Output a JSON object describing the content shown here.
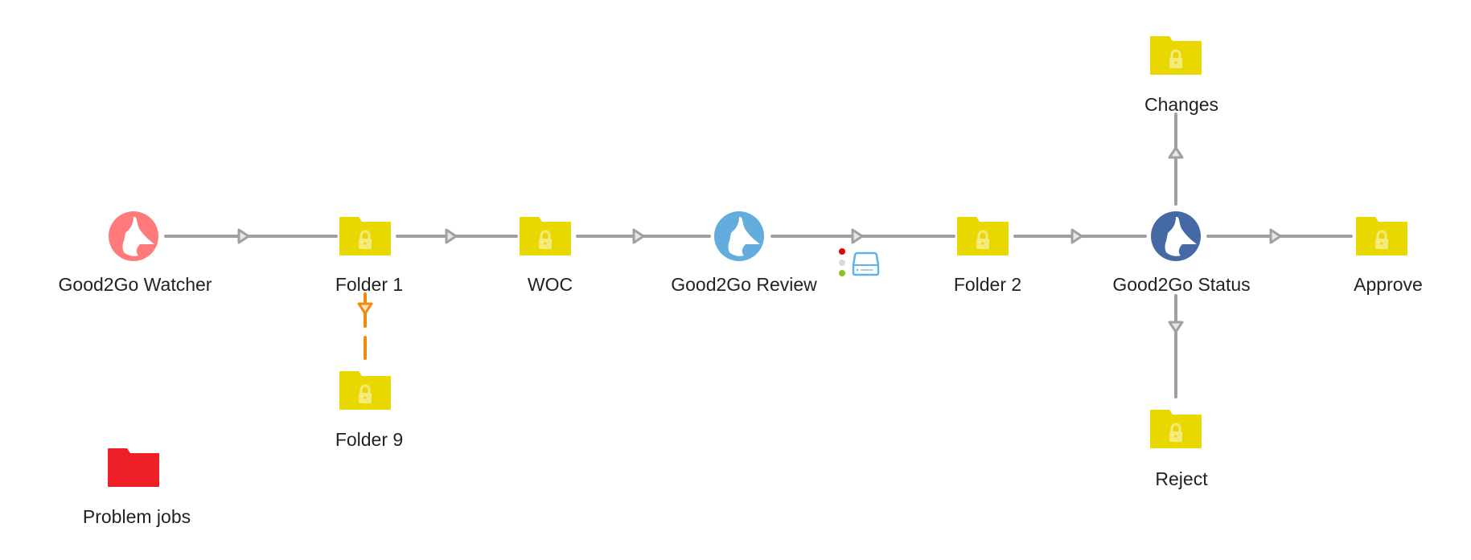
{
  "flow": {
    "nodes": [
      {
        "id": "watcher",
        "label": "Good2Go Watcher",
        "type": "app",
        "icon": "thumbs-up-icon",
        "color": "#FF7B7B"
      },
      {
        "id": "folder1",
        "label": "Folder 1",
        "type": "folder",
        "icon": "locked-folder-icon",
        "color": "#E8D800"
      },
      {
        "id": "woc",
        "label": "WOC",
        "type": "folder",
        "icon": "locked-folder-icon",
        "color": "#E8D800"
      },
      {
        "id": "review",
        "label": "Good2Go Review",
        "type": "app",
        "icon": "thumbs-up-icon",
        "color": "#62ACDE"
      },
      {
        "id": "folder2",
        "label": "Folder 2",
        "type": "folder",
        "icon": "locked-folder-icon",
        "color": "#E8D800"
      },
      {
        "id": "status",
        "label": "Good2Go Status",
        "type": "app",
        "icon": "thumbs-up-icon",
        "color": "#4469A5"
      },
      {
        "id": "approve",
        "label": "Approve",
        "type": "folder",
        "icon": "locked-folder-icon",
        "color": "#E8D800"
      },
      {
        "id": "changes",
        "label": "Changes",
        "type": "folder",
        "icon": "locked-folder-icon",
        "color": "#E8D800"
      },
      {
        "id": "reject",
        "label": "Reject",
        "type": "folder",
        "icon": "locked-folder-icon",
        "color": "#E8D800"
      },
      {
        "id": "folder9",
        "label": "Folder 9",
        "type": "folder",
        "icon": "locked-folder-icon",
        "color": "#E8D800"
      },
      {
        "id": "problem",
        "label": "Problem jobs",
        "type": "problem-folder",
        "icon": "folder-icon",
        "color": "#EE1F26"
      }
    ],
    "connections": [
      {
        "from": "watcher",
        "to": "folder1",
        "style": "solid",
        "color": "#A0A0A0"
      },
      {
        "from": "folder1",
        "to": "woc",
        "style": "solid",
        "color": "#A0A0A0"
      },
      {
        "from": "woc",
        "to": "review",
        "style": "solid",
        "color": "#A0A0A0"
      },
      {
        "from": "review",
        "to": "folder2",
        "style": "solid",
        "color": "#A0A0A0",
        "status_indicator": {
          "lights": [
            "#E3000F",
            "#D9D9D9",
            "#8CC21E"
          ],
          "icon": "drive-icon",
          "icon_color": "#5BB4E5"
        }
      },
      {
        "from": "folder2",
        "to": "status",
        "style": "solid",
        "color": "#A0A0A0"
      },
      {
        "from": "status",
        "to": "approve",
        "style": "solid",
        "color": "#A0A0A0"
      },
      {
        "from": "status",
        "to": "changes",
        "style": "solid",
        "color": "#A0A0A0"
      },
      {
        "from": "status",
        "to": "reject",
        "style": "solid",
        "color": "#A0A0A0"
      },
      {
        "from": "folder1",
        "to": "folder9",
        "style": "dashed",
        "color": "#F28A0F"
      }
    ]
  },
  "colors": {
    "connector": "#A0A0A0",
    "connector_arrow_fill": "#E6E6E6",
    "error_connector": "#F28A0F",
    "label_text": "#222222",
    "folder": "#E8D800",
    "folder_lock": "#F3EB7E"
  }
}
